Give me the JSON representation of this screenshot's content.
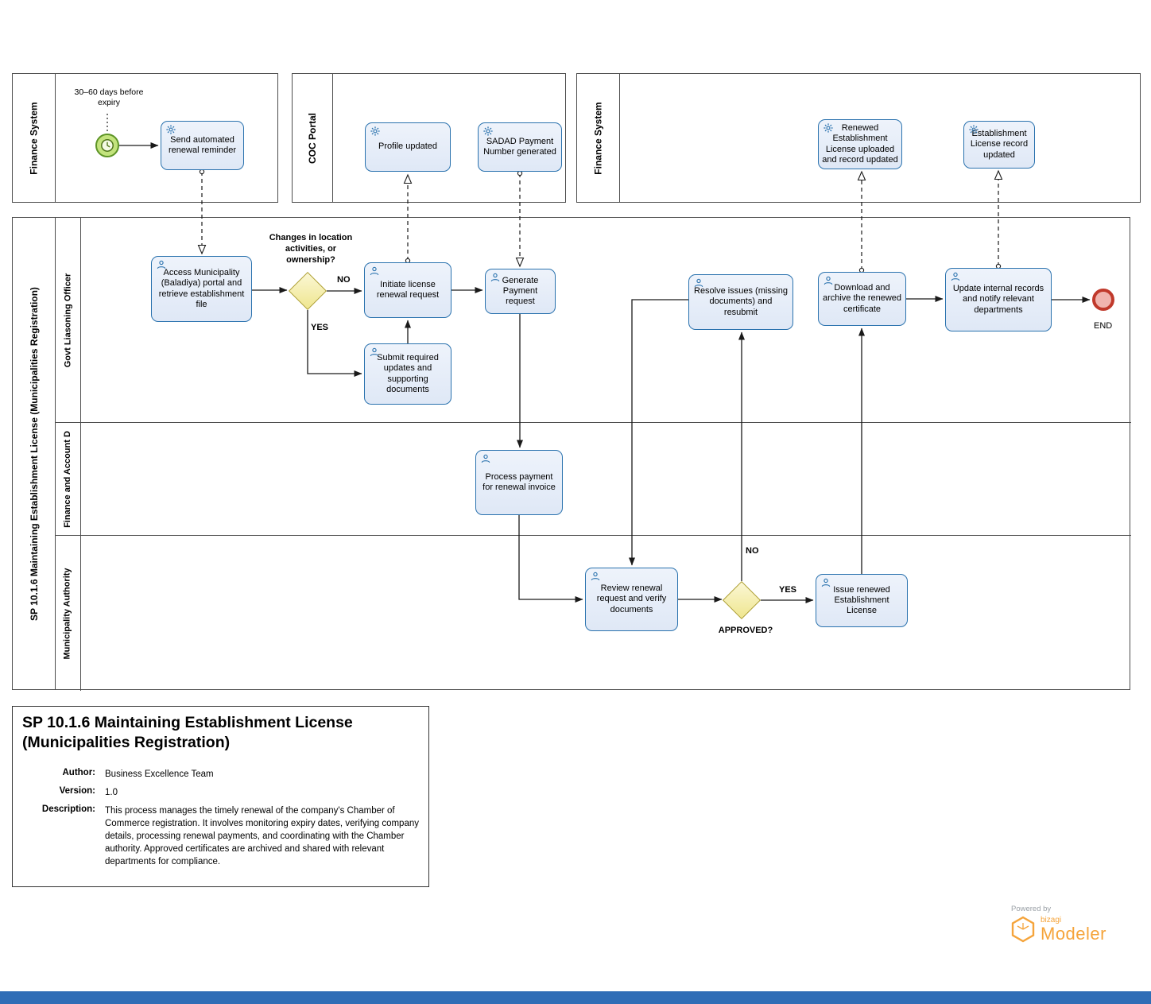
{
  "pools": {
    "finance_top_left": "Finance System",
    "coc_portal": "COC Portal",
    "finance_top_right": "Finance System"
  },
  "main_pool": {
    "title": "SP 10.1.6 Maintaining Establishment License (Municipalities Registration)",
    "lanes": [
      {
        "label": "Govt Liasoning Officer"
      },
      {
        "label": "Finance and Account D"
      },
      {
        "label": "Municipality Authority"
      }
    ]
  },
  "nodes": {
    "annotation_expiry": "30–60 days before expiry",
    "send_reminder": "Send automated renewal reminder",
    "profile_updated": "Profile updated",
    "sadad_generated": "SADAD Payment Number generated",
    "renewed_uploaded": "Renewed Establishment License uploaded and record updated",
    "record_updated": "Establishment License record updated",
    "access_portal": "Access Municipality (Baladiya) portal and retrieve establishment file",
    "initiate_request": "Initiate license renewal request",
    "submit_updates": "Submit required updates and supporting documents",
    "generate_payment": "Generate Payment request",
    "resolve_issues": "Resolve issues (missing documents) and resubmit",
    "download_archive": "Download and archive the renewed certificate",
    "update_records": "Update internal records and notify relevant departments",
    "process_payment": "Process payment for renewal invoice",
    "review_request": "Review renewal request and verify documents",
    "issue_license": "Issue renewed Establishment License"
  },
  "gateways": {
    "changes_question": "Changes in location activities, or ownership?",
    "approved_question": "APPROVED?"
  },
  "flow_labels": {
    "changes_no": "NO",
    "changes_yes": "YES",
    "approved_yes": "YES",
    "approved_no": "NO",
    "end": "END"
  },
  "doc_panel": {
    "title": "SP 10.1.6 Maintaining Establishment License (Municipalities Registration)",
    "author_label": "Author:",
    "author": "Business Excellence Team",
    "version_label": "Version:",
    "version": "1.0",
    "description_label": "Description:",
    "description": "This process manages the timely renewal of the company's Chamber of Commerce registration. It involves monitoring expiry dates, verifying company details, processing renewal payments, and coordinating with the Chamber authority. Approved certificates are archived and shared with relevant departments for compliance."
  },
  "branding": {
    "powered_by": "Powered by",
    "bizagi": "bizagi",
    "modeler": "Modeler"
  },
  "colors": {
    "task_fill_top": "#eef3fb",
    "task_fill_bottom": "#dfe8f6",
    "task_border": "#2a72ae",
    "gateway_fill": "#f7f1b0",
    "gateway_border": "#ad9e2e",
    "start_event_fill": "#c3e37d",
    "start_event_border": "#5d9425",
    "end_event_fill": "#f0b4ae",
    "end_event_border": "#c0392b",
    "brand_orange": "#f5a43b"
  }
}
